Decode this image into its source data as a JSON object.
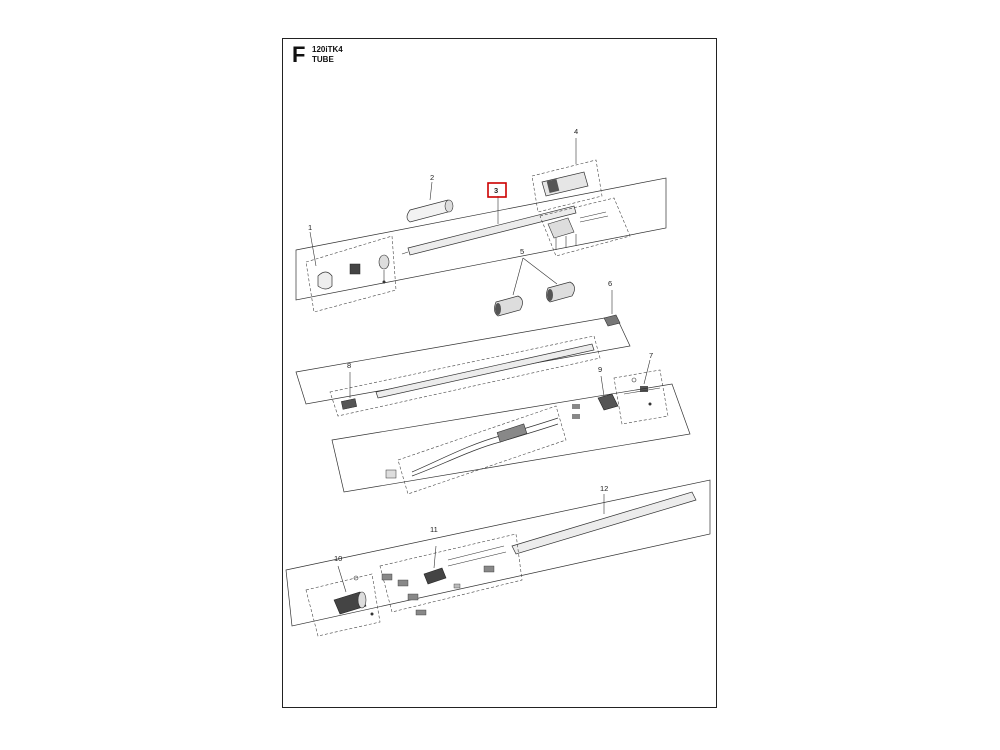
{
  "header": {
    "section_letter": "F",
    "model": "120iTK4",
    "title": "TUBE"
  },
  "callouts": [
    {
      "id": "1",
      "label": "1"
    },
    {
      "id": "2",
      "label": "2"
    },
    {
      "id": "3",
      "label": "3",
      "highlighted": true
    },
    {
      "id": "4",
      "label": "4"
    },
    {
      "id": "5",
      "label": "5"
    },
    {
      "id": "6",
      "label": "6"
    },
    {
      "id": "7",
      "label": "7"
    },
    {
      "id": "8",
      "label": "8"
    },
    {
      "id": "9",
      "label": "9"
    },
    {
      "id": "10",
      "label": "10"
    },
    {
      "id": "11",
      "label": "11"
    },
    {
      "id": "12",
      "label": "12"
    }
  ],
  "colors": {
    "line": "#333333",
    "highlight": "#cc0000",
    "part_fill": "#e6e6e6",
    "part_dark": "#555555"
  }
}
